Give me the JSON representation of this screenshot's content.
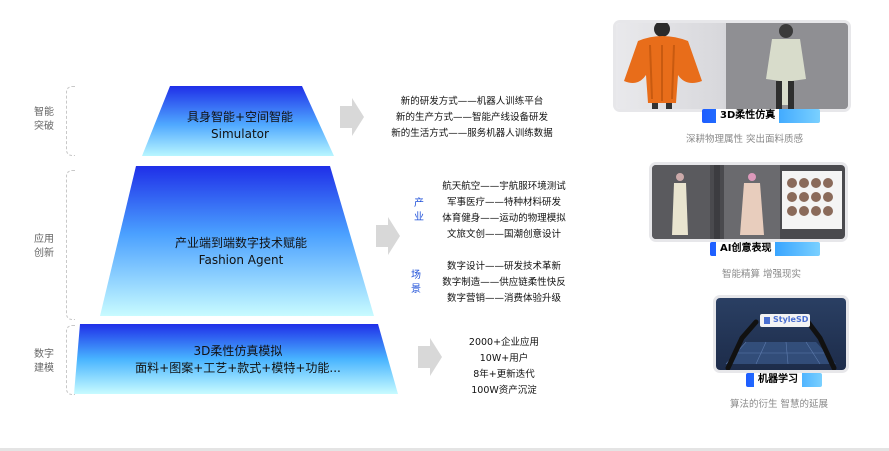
{
  "left_labels": [
    {
      "text": "智能突破"
    },
    {
      "text": "应用创新"
    },
    {
      "text": "数字建模"
    }
  ],
  "tiers": [
    {
      "line1": "具身智能+空间智能",
      "line2": "Simulator"
    },
    {
      "line1": "产业端到端数字技术赋能",
      "line2": "Fashion Agent"
    },
    {
      "line1": "3D柔性仿真模拟",
      "line2": "面料+图案+工艺+款式+模特+功能..."
    }
  ],
  "group1": {
    "lines": [
      "新的研发方式——机器人训练平台",
      "新的生产方式——智能产线设备研发",
      "新的生活方式——服务机器人训练数据"
    ]
  },
  "group2": {
    "label_a": "产业",
    "label_b": "场景",
    "lines_a": [
      "航天航空——宇航服环境测试",
      "军事医疗——特种材料研发",
      "体育健身——运动的物理模拟",
      "文旅文创——国潮创意设计"
    ],
    "lines_b": [
      "数字设计——研发技术革新",
      "数字制造——供应链柔性快反",
      "数字营销——消费体验升级"
    ]
  },
  "group3": {
    "lines": [
      "2000+企业应用",
      "10W+用户",
      "8年+更新迭代",
      "100W资产沉淀"
    ]
  },
  "cards": [
    {
      "caption": "3D柔性仿真",
      "subtitle": "深耕物理属性 突出面料质感"
    },
    {
      "caption": "AI创意表现",
      "subtitle": "智能精算 增强现实"
    },
    {
      "caption": "机器学习",
      "subtitle": "算法的衍生 智慧的延展",
      "logo": "StyleSD"
    }
  ],
  "colors": {
    "accent": "#1e5cff",
    "cyan": "#a8f0ff",
    "blue": "#1f3cf0"
  }
}
